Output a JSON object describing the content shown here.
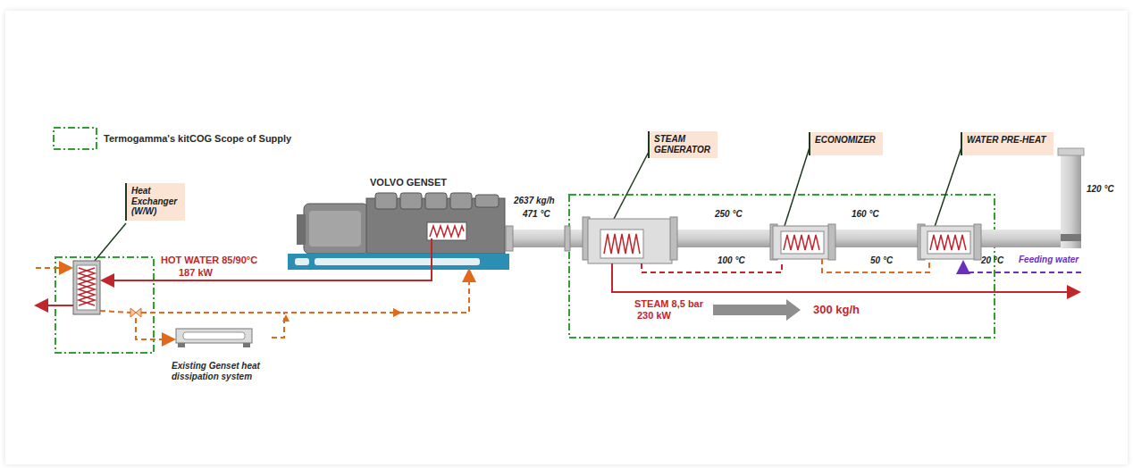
{
  "diagram": {
    "nodes": [
      {
        "text": [
          "Heat Exchanger (W/W)"
        ]
      },
      {
        "text": [
          "VOLVO GENSET"
        ]
      },
      {
        "text": [
          "Existing Genset heat dissipation system"
        ]
      },
      {
        "text": [
          "STEAM GENERATOR"
        ]
      },
      {
        "text": [
          "ECONOMIZER"
        ]
      },
      {
        "text": [
          "WATER PRE-HEAT"
        ]
      }
    ],
    "edges": [
      {
        "from": 2,
        "to": 1,
        "arrow": "to"
      }
    ],
    "labels": [
      "2637 kg/h",
      "471 °C",
      "250 °C",
      "160 °C",
      "120 °C",
      "100 °C",
      "50 °C",
      "20 °C",
      "Feeding water",
      "HOT WATER 85/90°C",
      "187 kW",
      "STEAM 8,5 bar",
      "230 kW",
      "300 kg/h"
    ],
    "legend": [
      {
        "text": "Termogamma's kitCOG Scope of Supply"
      }
    ]
  }
}
